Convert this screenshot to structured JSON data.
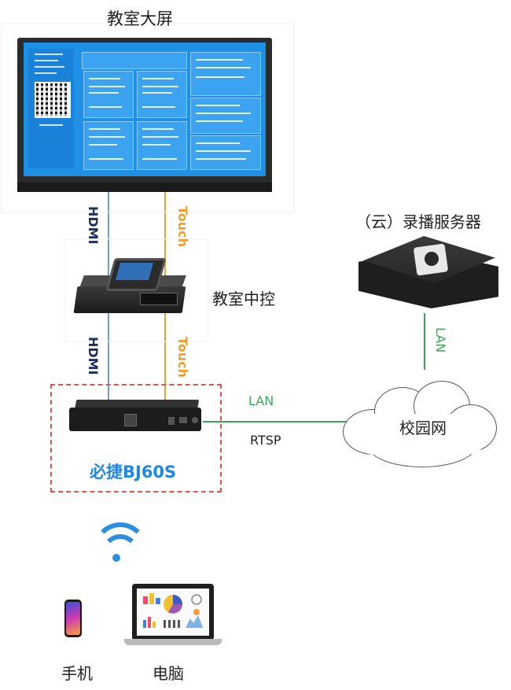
{
  "labels": {
    "big_screen": "教室大屏",
    "central_control": "教室中控",
    "recording_server": "（云）录播服务器",
    "campus_network": "校园网",
    "device_name": "必捷BJ60S",
    "phone": "手机",
    "computer": "电脑"
  },
  "links": {
    "hdmi_top": "HDMI",
    "touch_top": "Touch",
    "hdmi_bottom": "HDMI",
    "touch_bottom": "Touch",
    "lan_device": "LAN",
    "rtsp": "RTSP",
    "lan_server": "LAN"
  },
  "colors": {
    "hdmi": "#6f9fd8",
    "touch": "#f0a030",
    "lan": "#3aa655",
    "wifi": "#2b8fe0",
    "highlight_box": "#d9534f",
    "device_name": "#1e88e5"
  },
  "icons": {
    "wifi": "wifi-icon",
    "phone": "smartphone-icon",
    "laptop": "laptop-icon",
    "server": "server-icon",
    "cloud": "cloud-icon"
  }
}
